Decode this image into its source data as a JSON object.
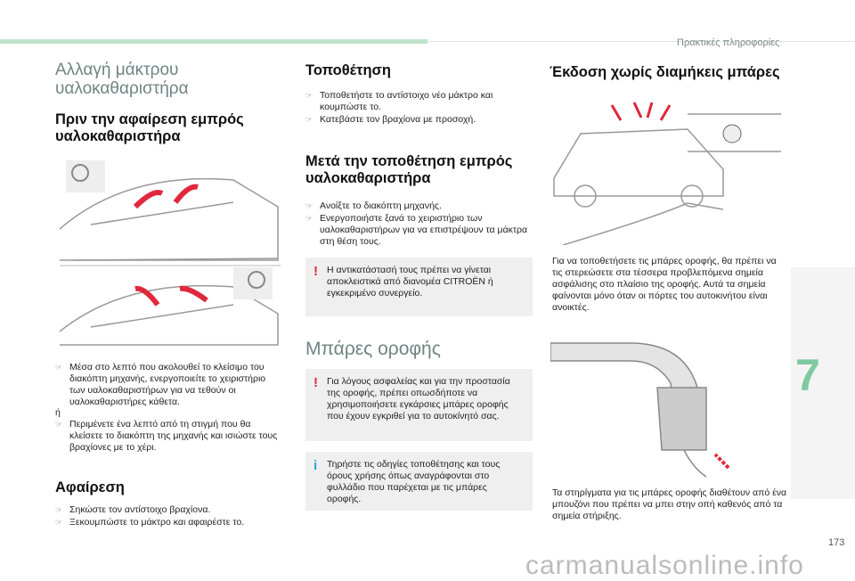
{
  "header": {
    "section": "Πρακτικές πληροφορίες",
    "chapter": "7",
    "page": "173"
  },
  "col1": {
    "title": "Αλλαγή μάκτρου υαλοκαθαριστήρα",
    "before_heading": "Πριν την αφαίρεση εμπρός υαλοκαθαριστήρα",
    "before_steps": [
      "Μέσα στο λεπτό που ακολουθεί το κλείσιμο του διακόπτη μηχανής, ενεργοποιείτε το χειριστήριο των υαλοκαθαριστήρων για να τεθούν οι υαλοκαθαριστήρες κάθετα."
    ],
    "or": "ή",
    "before_steps2": [
      "Περιμένετε ένα λεπτό από τη στιγμή που θα κλείσετε το διακόπτη της μηχανής και ισιώστε τους βραχίονες με το χέρι."
    ],
    "removal_heading": "Αφαίρεση",
    "removal_steps": [
      "Σηκώστε τον αντίστοιχο βραχίονα.",
      "Ξεκουμπώστε το μάκτρο και αφαιρέστε το."
    ]
  },
  "col2": {
    "install_heading": "Τοποθέτηση",
    "install_steps": [
      "Τοποθετήστε το αντίστοιχο νέο μάκτρο και κουμπώστε το.",
      "Κατεβάστε τον βραχίονα με προσοχή."
    ],
    "after_heading": "Μετά την τοποθέτηση εμπρός υαλοκαθαριστήρα",
    "after_steps": [
      "Ανοίξτε το διακόπτη μηχανής.",
      "Ενεργοποιήστε ξανά το χειριστήριο των υαλοκαθαριστήρων για να επιστρέψουν τα μάκτρα στη θέση τους."
    ],
    "warning1": "Η αντικατάστασή τους πρέπει να γίνεται αποκλειστικά από διανομέα CITROËN ή εγκεκριμένο συνεργείο.",
    "roof_title": "Μπάρες οροφής",
    "warning2": "Για λόγους ασφαλείας και για την προστασία της οροφής, πρέπει οπωσδήποτε να χρησιμοποιήσετε εγκάρσιες μπάρες οροφής που έχουν εγκριθεί για το αυτοκίνητό σας.",
    "info": "Τηρήστε τις οδηγίες τοποθέτησης και τους όρους χρήσης όπως αναγράφονται στο φυλλάδιο που παρέχεται με τις μπάρες οροφής.",
    "warn_icon": "!",
    "info_icon": "i"
  },
  "col3": {
    "heading": "Έκδοση χωρίς διαμήκεις μπάρες",
    "text1": "Για να τοποθετήσετε τις μπάρες οροφής, θα πρέπει να τις στερεώσετε στα τέσσερα προβλεπόμενα σημεία ασφάλισης στο πλαίσιο της οροφής. Αυτά τα σημεία φαίνονται μόνο όταν οι πόρτες του αυτοκινήτου είναι ανοικτές.",
    "text2": "Τα στηρίγματα για τις μπάρες οροφής διαθέτουν από ένα μπουζόνι που πρέπει να μπει στην οπή καθενός από τα σημεία στήριξης."
  },
  "watermark": "carmanualsonline.info",
  "colors": {
    "accent": "#7fc9a0",
    "warning": "#e0283c",
    "info": "#2aa5d8",
    "title": "#6f8583"
  }
}
